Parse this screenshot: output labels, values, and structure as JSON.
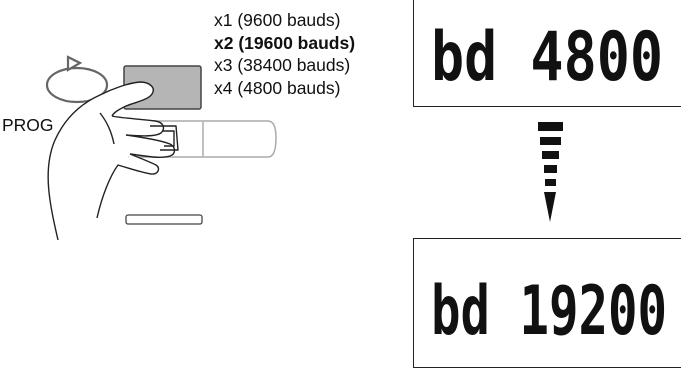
{
  "options": [
    {
      "text": "x1 (9600 bauds)",
      "selected": false
    },
    {
      "text": "x2 (19600 bauds)",
      "selected": true
    },
    {
      "text": "x3 (38400 bauds)",
      "selected": false
    },
    {
      "text": "x4 (4800 bauds)",
      "selected": false
    }
  ],
  "button_label": "PROG",
  "display_top": "bd 4800",
  "display_bottom": "bd 19200"
}
